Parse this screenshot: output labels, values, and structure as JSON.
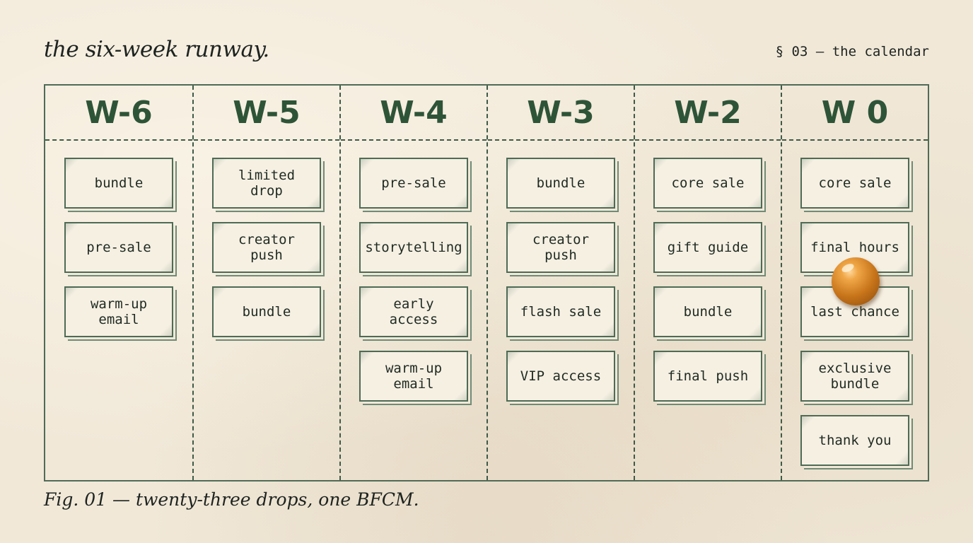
{
  "page": {
    "title": "the six-week runway.",
    "section": "§ 03 — the calendar",
    "caption": "Fig. 01 — twenty-three drops, one BFCM."
  },
  "colors": {
    "paper": "#f1e8d8",
    "ink_green": "#2e5438",
    "card_border": "#4d6b55",
    "pin": "#e08a2a"
  },
  "columns": [
    {
      "week": "W-6",
      "cards": [
        "bundle",
        "pre-sale",
        "warm-up\nemail"
      ]
    },
    {
      "week": "W-5",
      "cards": [
        "limited\ndrop",
        "creator\npush",
        "bundle"
      ]
    },
    {
      "week": "W-4",
      "cards": [
        "pre-sale",
        "storytelling",
        "early\naccess",
        "warm-up\nemail"
      ]
    },
    {
      "week": "W-3",
      "cards": [
        "bundle",
        "creator\npush",
        "flash sale",
        "VIP access"
      ]
    },
    {
      "week": "W-2",
      "cards": [
        "core sale",
        "gift guide",
        "bundle",
        "final push"
      ]
    },
    {
      "week": "W 0",
      "cards": [
        "core sale",
        "final hours",
        "last chance",
        "exclusive\nbundle",
        "thank you"
      ]
    }
  ]
}
